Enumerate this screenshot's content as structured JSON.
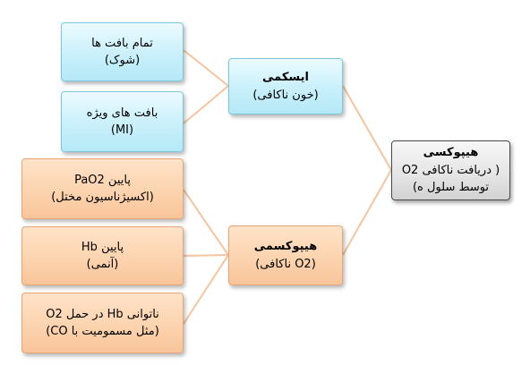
{
  "root": {
    "title": "هیپوکسی",
    "line2": "( دریافت ناکافی O2",
    "line3": "توسط سلول ه)"
  },
  "ischemia": {
    "title": "ایسکمی",
    "subtitle": "(خون ناکافی)",
    "causes": [
      {
        "line1": "تمام بافت ها",
        "line2": "(شوک)"
      },
      {
        "line1": "بافت های ویژه",
        "line2": "(MI)"
      }
    ]
  },
  "hypoxemia": {
    "title": "هیپوکسمی",
    "subtitle": "(O2 ناکافی)",
    "causes": [
      {
        "line1": "پایین PaO2",
        "line2": "(اکسیژناسیون مختل)"
      },
      {
        "line1": "پایین Hb",
        "line2": "(آنمی)"
      },
      {
        "line1": "ناتوانی Hb در حمل O2",
        "line2": "(مثل مسمومیت با CO)"
      }
    ]
  },
  "colors": {
    "connector": "#f5c4a1",
    "blue_fill": "#c9f0fb",
    "orange_fill": "#fcd2ad",
    "gray_fill": "#e4e4e4"
  }
}
